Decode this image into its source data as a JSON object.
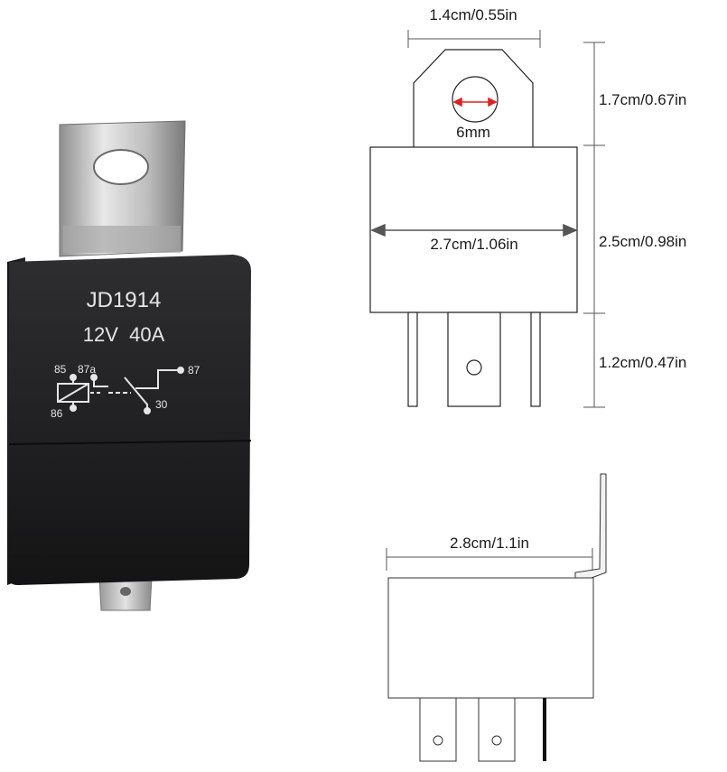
{
  "relay": {
    "model": "JD1914",
    "rating": "12V  40A",
    "pins": {
      "p85": "85",
      "p87a": "87a",
      "p87": "87",
      "p86": "86",
      "p30": "30"
    }
  },
  "front_view": {
    "tab_width": "1.4cm/0.55in",
    "hole_diameter": "6mm",
    "tab_height": "1.7cm/0.67in",
    "body_width": "2.7cm/1.06in",
    "body_height": "2.5cm/0.98in",
    "pin_length": "1.2cm/0.47in"
  },
  "side_view": {
    "body_depth": "2.8cm/1.1in"
  },
  "colors": {
    "relay_body": "#1c1c1e",
    "relay_top": "#2a2a2c",
    "bracket": "#c9c9c9",
    "dimension_line": "#555555",
    "hole_arrow": "#e02020"
  }
}
